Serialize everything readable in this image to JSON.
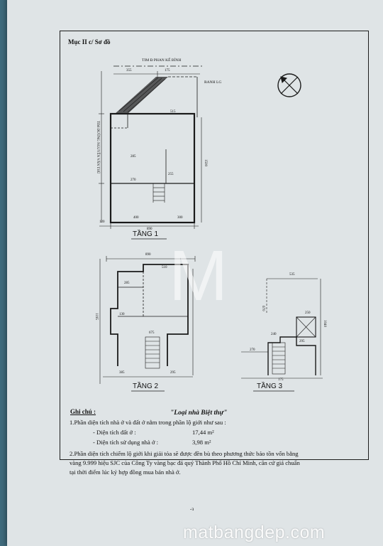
{
  "heading": "Mục II c/ Sơ đồ",
  "floors": {
    "f1": "TẦNG 1",
    "f2": "TẦNG 2",
    "f3": "TẦNG 3"
  },
  "f1_labels": {
    "street": "TIM Đ PHAN KẾ BÍNH",
    "boundary": "RANH LG",
    "side_street": "TIM ĐƯỜNG NGUYỄN VĂN THỦ",
    "d355": "355",
    "d175": "175",
    "d515": "515",
    "d285": "285",
    "d270": "270",
    "d1500": "1500",
    "d890": "890",
    "d120": "120",
    "d400": "400",
    "d300": "300",
    "d255": "255"
  },
  "f2_labels": {
    "d890": "890",
    "d510": "510",
    "d285": "285",
    "d1195": "1195",
    "d675": "675",
    "d385": "385",
    "d295": "295",
    "d130": "130"
  },
  "f3_labels": {
    "d535": "535",
    "d250": "250",
    "d240": "240",
    "d270": "270",
    "d295": "295",
    "d175": "175",
    "d1040": "1040",
    "d670": "670"
  },
  "notes": {
    "title": "Ghi chú :",
    "house_type": "\"Loại nhà Biệt thự\"",
    "item1": "1.Phần diện tích nhà ở và đất ở nằm trong phần lộ giới như sau :",
    "land_label": "- Diện tích đất ở :",
    "land_value": "17,44   m²",
    "use_label": "- Diện tích sử dụng nhà ở :",
    "use_value": "3,98   m²",
    "item2": "2.Phần diện tích chiếm lộ giới khi giải tỏa sẽ được đền bù theo phương thức bảo tồn vốn bằng vàng 9.999 hiệu SJC của Công Ty vàng bạc đá quý Thành Phố Hồ Chí Minh, căn cứ giá chuẩn tại thời điểm lúc ký hợp đồng mua bán nhà ở."
  },
  "page_mark": "-ɜ",
  "watermark": {
    "letter": "M",
    "site": "matbangdep.com"
  }
}
